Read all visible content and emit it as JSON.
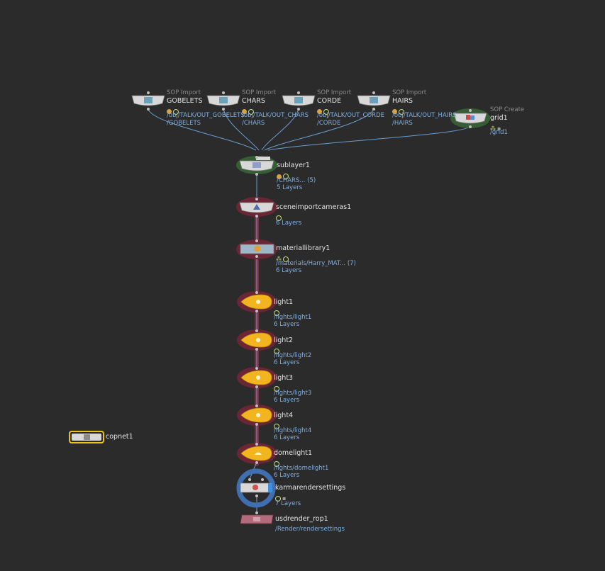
{
  "colors": {
    "background": "#2b2b2b",
    "wire": "#6a9ccf",
    "display_wire": "#7a2f3f",
    "node_shell": "#d8d8d8",
    "light_fill": "#f2b51f",
    "active_ring": "#3f6fb0",
    "sublayer_highlight": "#355e35",
    "selected_outline": "#e8c41a",
    "rop_fill": "#b56a7c"
  },
  "nodes": {
    "gobelets": {
      "type": "SOP Import",
      "name": "GOBELETS",
      "path": "/obj/TALK/OUT_GOBELETS",
      "prim": "/GOBELETS",
      "icon": "cube-icon"
    },
    "chars": {
      "type": "SOP Import",
      "name": "CHARS",
      "path": "/obj/TALK/OUT_CHARS",
      "prim": "/CHARS",
      "icon": "cube-icon"
    },
    "corde": {
      "type": "SOP Import",
      "name": "CORDE",
      "path": "/obj/TALK/OUT_CORDE",
      "prim": "/CORDE",
      "icon": "cube-icon"
    },
    "hairs": {
      "type": "SOP Import",
      "name": "HAIRS",
      "path": "/obj/TALK/OUT_HAIRS",
      "prim": "/HAIRS",
      "icon": "cube-icon"
    },
    "grid1": {
      "type": "SOP Create",
      "name": "grid1",
      "prim": "/grid1",
      "icon": "shapes-icon"
    },
    "sublayer1": {
      "name": "sublayer1",
      "path": "/CHARS... (5)",
      "layers": "5 Layers",
      "icon": "layers-icon"
    },
    "sceneimportcameras1": {
      "name": "sceneimportcameras1",
      "layers": "6 Layers",
      "icon": "camera-icon"
    },
    "materiallibrary1": {
      "name": "materiallibrary1",
      "path": "/materials/Harry_MAT... (7)",
      "layers": "6 Layers",
      "icon": "material-icon"
    },
    "light1": {
      "name": "light1",
      "path": "/lights/light1",
      "layers": "6 Layers",
      "icon": "light-bulb-icon"
    },
    "light2": {
      "name": "light2",
      "path": "/lights/light2",
      "layers": "6 Layers",
      "icon": "light-bulb-icon"
    },
    "light3": {
      "name": "light3",
      "path": "/lights/light3",
      "layers": "6 Layers",
      "icon": "light-bulb-icon"
    },
    "light4": {
      "name": "light4",
      "path": "/lights/light4",
      "layers": "6 Layers",
      "icon": "light-bulb-icon"
    },
    "domelight1": {
      "name": "domelight1",
      "path": "/lights/domelight1",
      "layers": "6 Layers",
      "icon": "dome-light-icon"
    },
    "karmarendersettings": {
      "name": "karmarendersettings",
      "layers": "7 Layers",
      "icon": "render-settings-icon"
    },
    "usdrender_rop1": {
      "name": "usdrender_rop1",
      "path": "/Render/rendersettings",
      "icon": "render-rop-icon"
    },
    "copnet1": {
      "name": "copnet1",
      "icon": "copnet-icon"
    }
  }
}
